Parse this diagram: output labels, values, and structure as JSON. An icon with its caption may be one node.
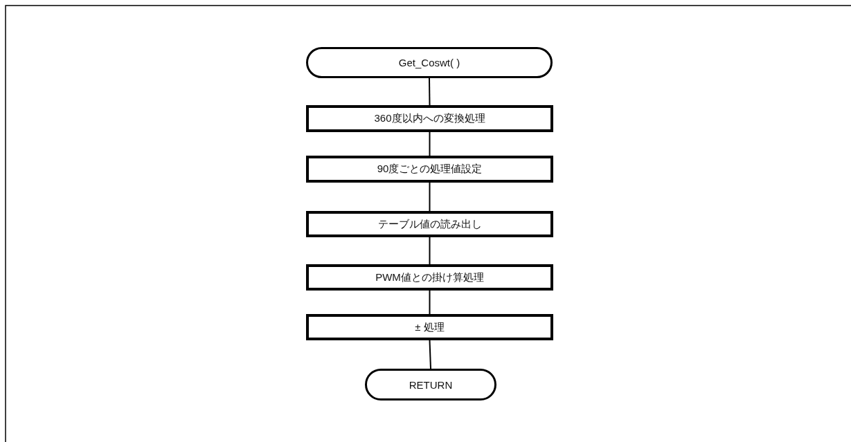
{
  "diagram": {
    "nodes": [
      {
        "text": [
          "Get_Coswt( )"
        ]
      },
      {
        "text": [
          "360度以内への変換処理"
        ]
      },
      {
        "text": [
          "90度ごとの処理値設定"
        ]
      },
      {
        "text": [
          "テーブル値の読み出し"
        ]
      },
      {
        "text": [
          "PWM値との掛け算処理"
        ]
      },
      {
        "text": [
          "± 処理"
        ]
      },
      {
        "text": [
          "RETURN"
        ]
      }
    ],
    "edges": [
      {
        "from": 0,
        "to": 1,
        "arrow": "none"
      },
      {
        "from": 1,
        "to": 2,
        "arrow": "none"
      },
      {
        "from": 2,
        "to": 3,
        "arrow": "none"
      },
      {
        "from": 3,
        "to": 4,
        "arrow": "none"
      },
      {
        "from": 4,
        "to": 5,
        "arrow": "none"
      },
      {
        "from": 5,
        "to": 6,
        "arrow": "none"
      }
    ]
  }
}
